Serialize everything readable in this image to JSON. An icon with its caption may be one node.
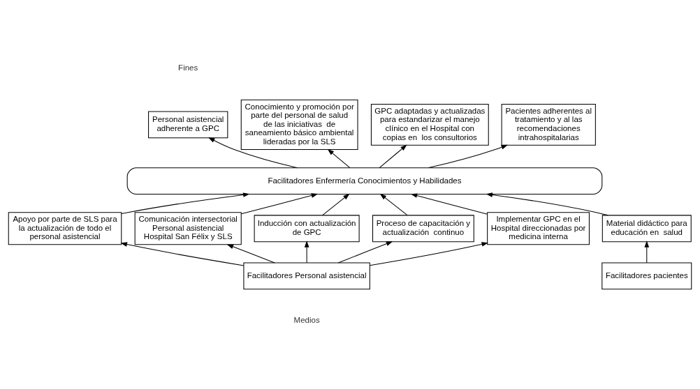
{
  "diagram": {
    "nodes": [
      {
        "text": [
          "Personal asistencial adherente a GPC"
        ]
      },
      {
        "text": [
          "Conocimiento y promoción por parte del personal de salud de las iniciativas  de saneamiento básico ambiental lideradas por la SLS"
        ]
      },
      {
        "text": [
          "GPC adaptadas y actualizadas para estandarizar el manejo clínico en el Hospital con copias en  los consultorios"
        ]
      },
      {
        "text": [
          "Pacientes adherentes al tratamiento y al las recomendaciones intrahospitalarias"
        ]
      },
      {
        "text": [
          "Facilitadores Enfermería Conocimientos y Habilidades"
        ]
      },
      {
        "text": [
          "Apoyo por parte de SLS para la actualización de todo el personal asistencial"
        ]
      },
      {
        "text": [
          "Comunicación intersectorial Personal asistencial Hospital San Félix y SLS"
        ]
      },
      {
        "text": [
          "Inducción con actualización de GPC"
        ]
      },
      {
        "text": [
          "Proceso de capacitación y actualización  continuo"
        ]
      },
      {
        "text": [
          "Implementar GPC en el Hospital direccionadas por medicina interna"
        ]
      },
      {
        "text": [
          "Material didáctico para educación en  salud"
        ]
      },
      {
        "text": [
          "Facilitadores Personal asistencial"
        ]
      },
      {
        "text": [
          "Facilitadores pacientes"
        ]
      }
    ],
    "edges": [
      {
        "from": 4,
        "to": 0,
        "arrow": "to"
      },
      {
        "from": 4,
        "to": 1,
        "arrow": "to"
      },
      {
        "from": 4,
        "to": 2,
        "arrow": "to"
      },
      {
        "from": 4,
        "to": 3,
        "arrow": "to"
      },
      {
        "from": 7,
        "to": 4,
        "arrow": "to"
      },
      {
        "from": 5,
        "to": 4,
        "arrow": "to"
      },
      {
        "from": 8,
        "to": 4,
        "arrow": "to"
      },
      {
        "from": 6,
        "to": 4,
        "arrow": "to"
      },
      {
        "from": 9,
        "to": 4,
        "arrow": "to"
      },
      {
        "from": 10,
        "to": 4,
        "arrow": "to"
      },
      {
        "from": 11,
        "to": 7,
        "arrow": "to"
      },
      {
        "from": 11,
        "to": 5,
        "arrow": "to"
      },
      {
        "from": 11,
        "to": 8,
        "arrow": "to"
      },
      {
        "from": 11,
        "to": 6,
        "arrow": "to"
      },
      {
        "from": 11,
        "to": 9,
        "arrow": "to"
      },
      {
        "from": 12,
        "to": 10,
        "arrow": "to"
      }
    ],
    "labels": [
      "Fines",
      "Medios"
    ]
  }
}
